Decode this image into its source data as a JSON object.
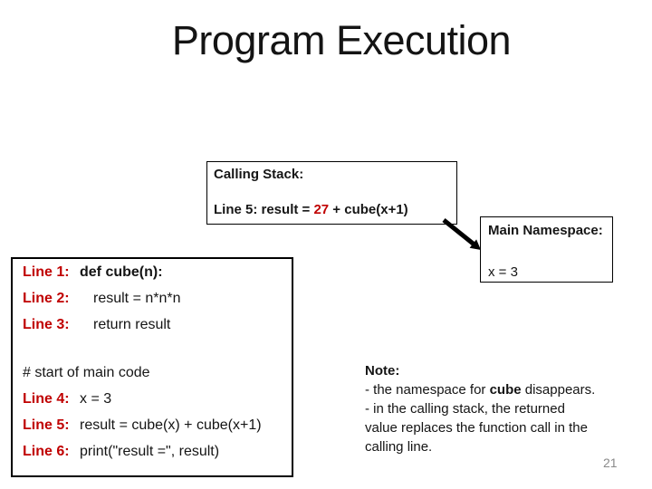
{
  "slide": {
    "title": "Program Execution",
    "page_number": "21"
  },
  "colors": {
    "accent_red": "#c00000",
    "text_black": "#141414",
    "page_number_gray": "#8a8a8a"
  },
  "calling_stack": {
    "header": "Calling Stack:",
    "line_prefix": "Line 5: result = ",
    "returned_value": "27",
    "line_suffix": " + cube(x+1)"
  },
  "main_namespace": {
    "header": "Main Namespace:",
    "entry": "x = 3"
  },
  "code_box": {
    "rows": [
      {
        "label": "Line 1:",
        "code": "def cube(n):"
      },
      {
        "label": "Line 2:",
        "code": "result = n*n*n"
      },
      {
        "label": "Line 3:",
        "code": "return result"
      },
      {
        "label": "Line 4:",
        "code": "x = 3"
      },
      {
        "label": "Line 5:",
        "code": "result = cube(x) + cube(x+1)"
      },
      {
        "label": "Line 6:",
        "code": "print(\"result =\", result)"
      }
    ],
    "comment": "# start of main code"
  },
  "note": {
    "header": "Note:",
    "lines": [
      {
        "pre": "- the namespace for ",
        "bold": "cube",
        "post": " disappears."
      },
      {
        "pre": "- in the calling stack, the returned",
        "bold": "",
        "post": ""
      },
      {
        "pre": "value replaces the function call in the",
        "bold": "",
        "post": ""
      },
      {
        "pre": "calling line.",
        "bold": "",
        "post": ""
      }
    ]
  }
}
